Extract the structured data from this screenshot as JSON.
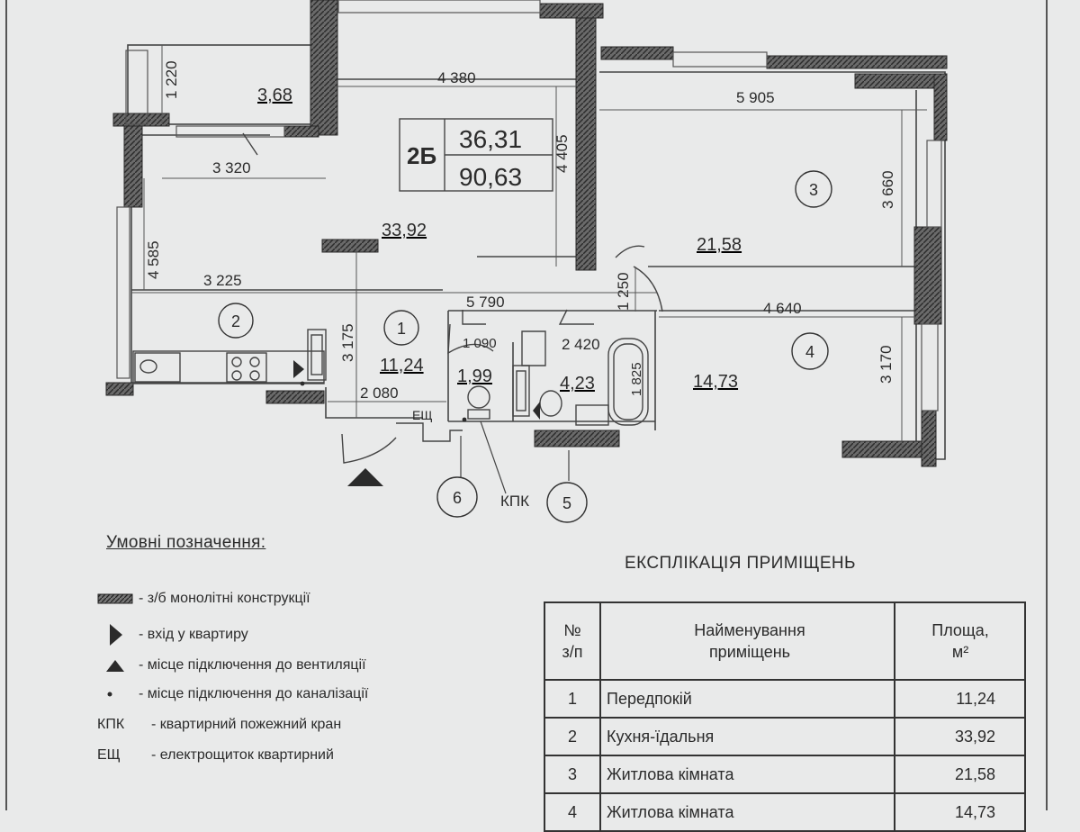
{
  "plan": {
    "apartment_type": "2Б",
    "living_area": "36,31",
    "total_area": "90,63",
    "dimensions": {
      "balcony_height": "1 220",
      "top_width": "4 380",
      "right_width": "5 905",
      "kitchen_top_width": "3 320",
      "vertical_4405": "4 405",
      "vertical_3660": "3 660",
      "vertical_4585": "4 585",
      "middle_3225": "3 225",
      "middle_5790": "5 790",
      "right_4640": "4 640",
      "vertical_1250": "1 250",
      "vertical_3175": "3 175",
      "vertical_3170": "3 170",
      "bottom_2080": "2 080",
      "wc_1090": "1 090",
      "bath_2420": "2 420",
      "bath_1825": "1 825"
    },
    "areas": {
      "balcony": "3,68",
      "kitchen": "33,92",
      "room3": "21,58",
      "hall": "11,24",
      "wc": "1,99",
      "bath": "4,23",
      "room4": "14,73"
    },
    "room_markers": [
      "1",
      "2",
      "3",
      "4",
      "5",
      "6"
    ],
    "labels": {
      "esch": "ЕЩ",
      "kpk": "КПК"
    }
  },
  "legend": {
    "title": "Умовні позначення:",
    "items": [
      {
        "symbol": "wall-hatch-icon",
        "text": "- з/б монолітні конструкції"
      },
      {
        "symbol": "entrance-triangle-icon",
        "text": "- вхід у квартиру"
      },
      {
        "symbol": "ventilation-triangle-icon",
        "text": "- місце підключення до вентиляції"
      },
      {
        "symbol": "sewer-dot-icon",
        "text": "- місце підключення до каналізації"
      },
      {
        "symbol_text": "КПК",
        "text": "- квартирний пожежний кран"
      },
      {
        "symbol_text": "ЕЩ",
        "text": "- електрощиток квартирний"
      }
    ]
  },
  "explication": {
    "title": "ЕКСПЛІКАЦІЯ ПРИМІЩЕНЬ",
    "headers": {
      "num_1": "№",
      "num_2": "з/п",
      "name_1": "Найменування",
      "name_2": "приміщень",
      "area_1": "Площа,",
      "area_2": "м²"
    },
    "rows": [
      {
        "num": "1",
        "name": "Передпокій",
        "area": "11,24"
      },
      {
        "num": "2",
        "name": "Кухня-їдальня",
        "area": "33,92"
      },
      {
        "num": "3",
        "name": "Житлова кімната",
        "area": "21,58"
      },
      {
        "num": "4",
        "name": "Житлова кімната",
        "area": "14,73"
      }
    ]
  },
  "colors": {
    "wall": "#3d3d3d",
    "line": "#444444",
    "paper": "#e9eaea"
  }
}
